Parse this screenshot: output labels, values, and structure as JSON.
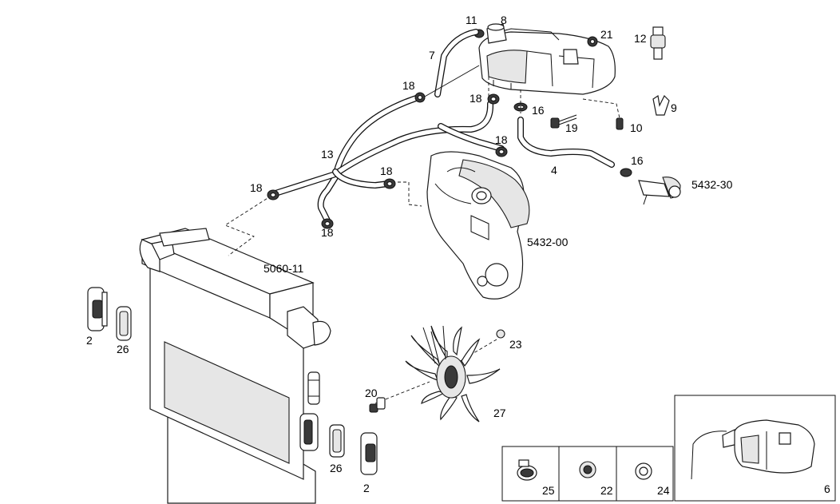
{
  "diagram": {
    "callouts": [
      {
        "id": "c11",
        "text": "11"
      },
      {
        "id": "c8",
        "text": "8"
      },
      {
        "id": "c21",
        "text": "21"
      },
      {
        "id": "c12",
        "text": "12"
      },
      {
        "id": "c7",
        "text": "7"
      },
      {
        "id": "c18a",
        "text": "18"
      },
      {
        "id": "c18b",
        "text": "18"
      },
      {
        "id": "c16a",
        "text": "16"
      },
      {
        "id": "c9",
        "text": "9"
      },
      {
        "id": "c19",
        "text": "19"
      },
      {
        "id": "c10",
        "text": "10"
      },
      {
        "id": "c18c",
        "text": "18"
      },
      {
        "id": "c13",
        "text": "13"
      },
      {
        "id": "c4",
        "text": "4"
      },
      {
        "id": "c16b",
        "text": "16"
      },
      {
        "id": "c18d",
        "text": "18"
      },
      {
        "id": "c5432_30",
        "text": "5432-30"
      },
      {
        "id": "c18e",
        "text": "18"
      },
      {
        "id": "c18f",
        "text": "18"
      },
      {
        "id": "c5432_00",
        "text": "5432-00"
      },
      {
        "id": "c5060_11",
        "text": "5060-11"
      },
      {
        "id": "c2a",
        "text": "2"
      },
      {
        "id": "c26a",
        "text": "26"
      },
      {
        "id": "c23",
        "text": "23"
      },
      {
        "id": "c20",
        "text": "20"
      },
      {
        "id": "c27",
        "text": "27"
      },
      {
        "id": "c26b",
        "text": "26"
      },
      {
        "id": "c2b",
        "text": "2"
      },
      {
        "id": "c25",
        "text": "25"
      },
      {
        "id": "c22",
        "text": "22"
      },
      {
        "id": "c24",
        "text": "24"
      },
      {
        "id": "c6",
        "text": "6"
      }
    ]
  }
}
